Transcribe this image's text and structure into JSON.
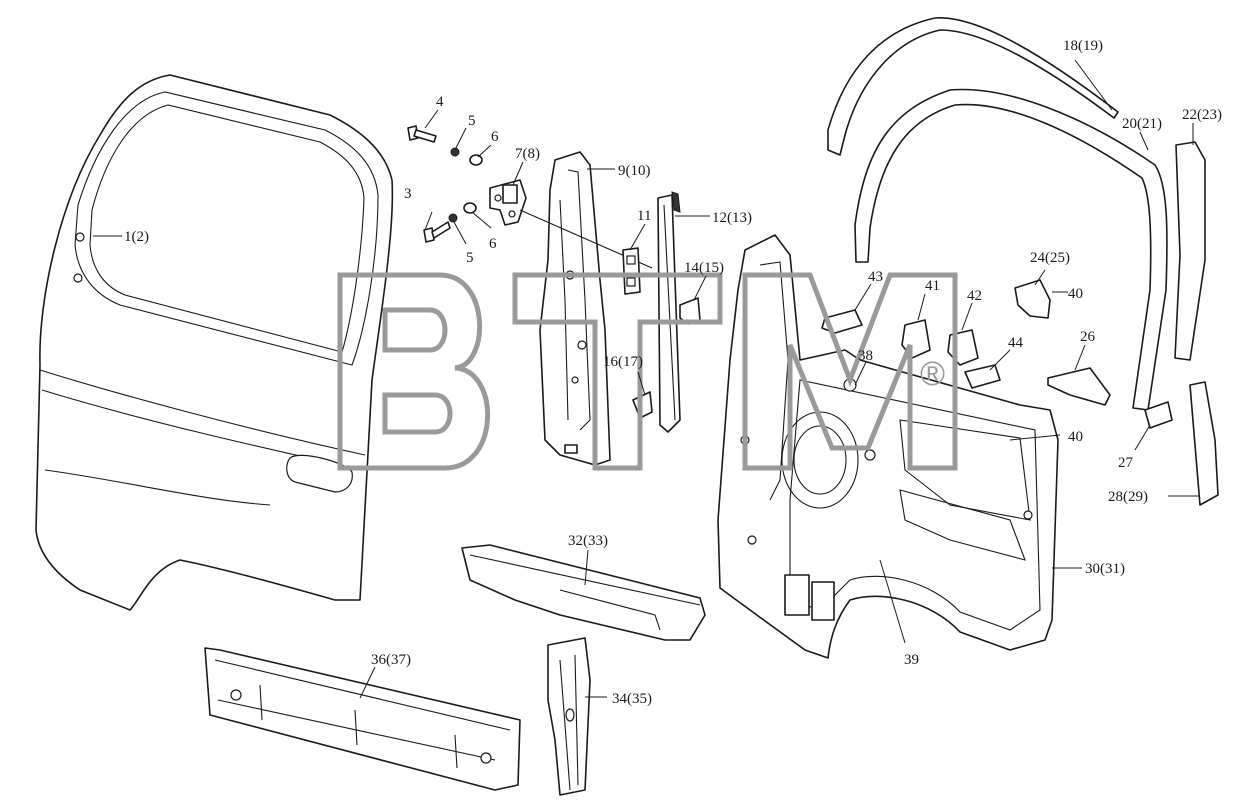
{
  "watermark": {
    "text": "BTM",
    "mark": "®"
  },
  "callouts": {
    "c1": "1(2)",
    "c3": "3",
    "c4": "4",
    "c5a": "5",
    "c5b": "5",
    "c6a": "6",
    "c6b": "6",
    "c7": "7(8)",
    "c9": "9(10)",
    "c11": "11",
    "c12": "12(13)",
    "c14": "14(15)",
    "c16": "16(17)",
    "c18": "18(19)",
    "c20": "20(21)",
    "c22": "22(23)",
    "c24": "24(25)",
    "c26": "26",
    "c27": "27",
    "c28": "28(29)",
    "c30": "30(31)",
    "c32": "32(33)",
    "c34": "34(35)",
    "c36": "36(37)",
    "c38": "38",
    "c39": "39",
    "c40a": "40",
    "c40b": "40",
    "c41": "41",
    "c42": "42",
    "c43": "43",
    "c44": "44"
  }
}
